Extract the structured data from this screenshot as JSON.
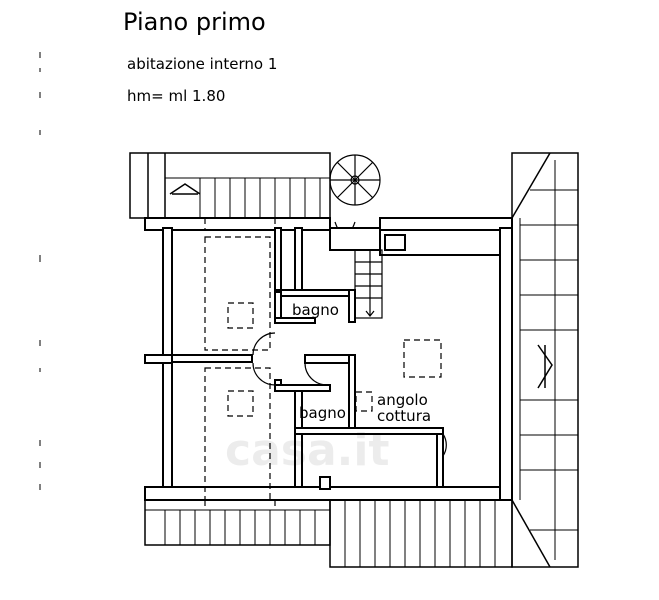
{
  "header": {
    "title": "Piano primo",
    "subtitle": "abitazione interno 1",
    "height_note": "hm= ml 1.80"
  },
  "rooms": {
    "bathroom_upper": "bagno",
    "bathroom_lower": "bagno",
    "kitchen_line1": "angolo",
    "kitchen_line2": "cottura"
  },
  "watermark": "casa.it",
  "colors": {
    "ink": "#000000",
    "background": "#ffffff"
  }
}
